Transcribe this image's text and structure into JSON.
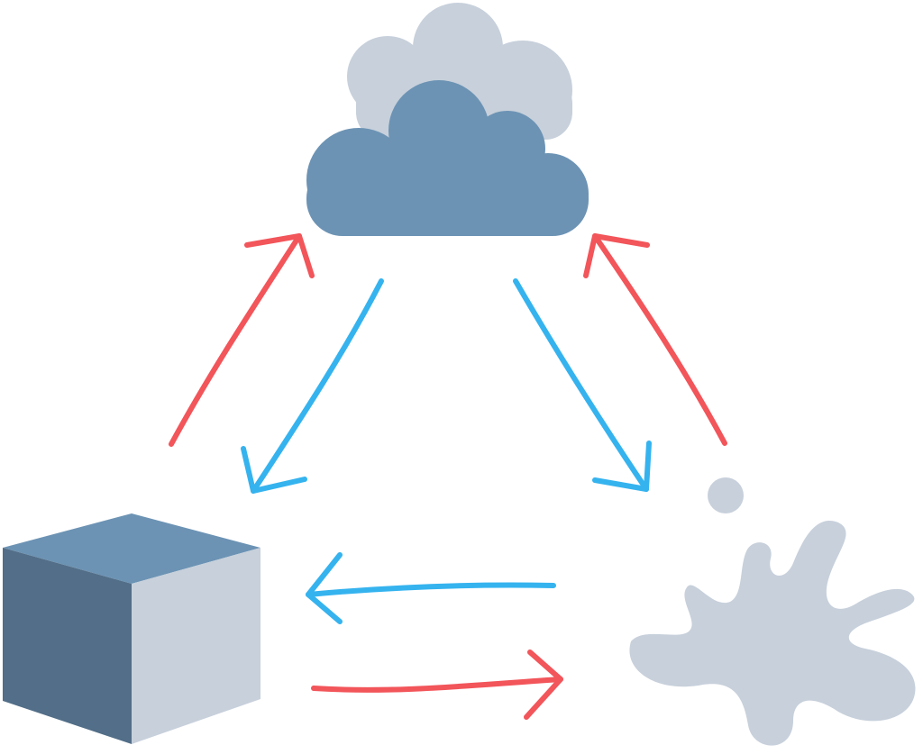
{
  "colors": {
    "background": "#ffffff",
    "cloud_front": "#6c93b4",
    "cloud_back": "#c7d0db",
    "cube_top": "#6c93b4",
    "cube_left": "#526e88",
    "cube_right": "#c7d0db",
    "splat": "#c7d0db",
    "arrow_red": "#f2555a",
    "arrow_blue": "#35b3ef"
  },
  "nodes": [
    {
      "id": "cloud",
      "icon": "cloud-icon"
    },
    {
      "id": "cube",
      "icon": "cube-icon"
    },
    {
      "id": "splat",
      "icon": "splat-icon"
    }
  ],
  "edges": [
    {
      "from": "cube",
      "to": "cloud",
      "color": "red"
    },
    {
      "from": "cloud",
      "to": "cube",
      "color": "blue"
    },
    {
      "from": "cloud",
      "to": "splat",
      "color": "blue"
    },
    {
      "from": "splat",
      "to": "cloud",
      "color": "red"
    },
    {
      "from": "splat",
      "to": "cube",
      "color": "blue"
    },
    {
      "from": "cube",
      "to": "splat",
      "color": "red"
    }
  ]
}
